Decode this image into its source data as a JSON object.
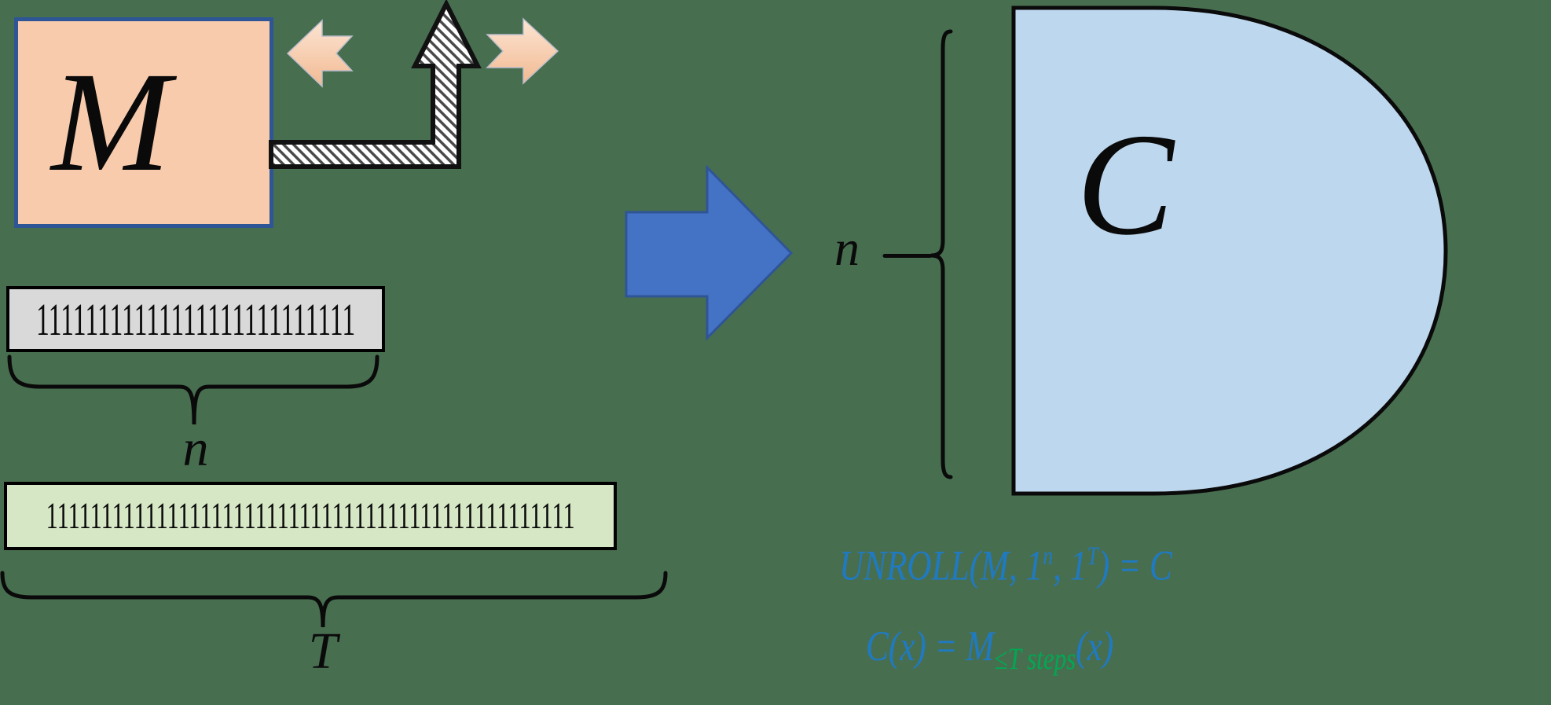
{
  "colors": {
    "background": "#486E50",
    "machine_box_fill": "#F8CBAD",
    "machine_box_border": "#2E5596",
    "input_tape_fill": "#D9D9D9",
    "time_tape_fill": "#D6E7C5",
    "tape_border": "#000000",
    "big_arrow_fill": "#4472C4",
    "big_arrow_border": "#2F5597",
    "circuit_fill": "#BDD7EE",
    "circuit_border": "#0A0A0A",
    "formula_blue": "#1F7AC4",
    "formula_green": "#00A853",
    "head_arrow_peach_light": "#FCE5D4",
    "head_arrow_peach_dark": "#F2BA92"
  },
  "icons": {
    "head_left": "left-block-arrow-icon",
    "head_up": "bent-up-hatched-arrow-icon",
    "head_right": "right-block-arrow-icon",
    "transform": "large-right-block-arrow-icon",
    "n_input_brace": "left-curly-brace-icon",
    "n_underbrace": "under-curly-brace-icon",
    "t_underbrace": "under-curly-brace-icon"
  },
  "machine": {
    "label": "M"
  },
  "input_tape": {
    "content": "11111111111111111111111111",
    "ones_count": 26,
    "length_label": "n"
  },
  "time_tape": {
    "content": "111111111111111111111111111111111111111111111111",
    "ones_count": 48,
    "length_label": "T"
  },
  "circuit": {
    "label": "C",
    "input_size_label": "n"
  },
  "formulas": {
    "unroll": {
      "before_sup1": "UNROLL(M, 1",
      "sup1": "n",
      "between": ", 1",
      "sup2": "T",
      "after": ") = C"
    },
    "semantics": {
      "lhs": "C(x) = M",
      "subscript": "≤T steps",
      "rhs": "(x)"
    }
  }
}
